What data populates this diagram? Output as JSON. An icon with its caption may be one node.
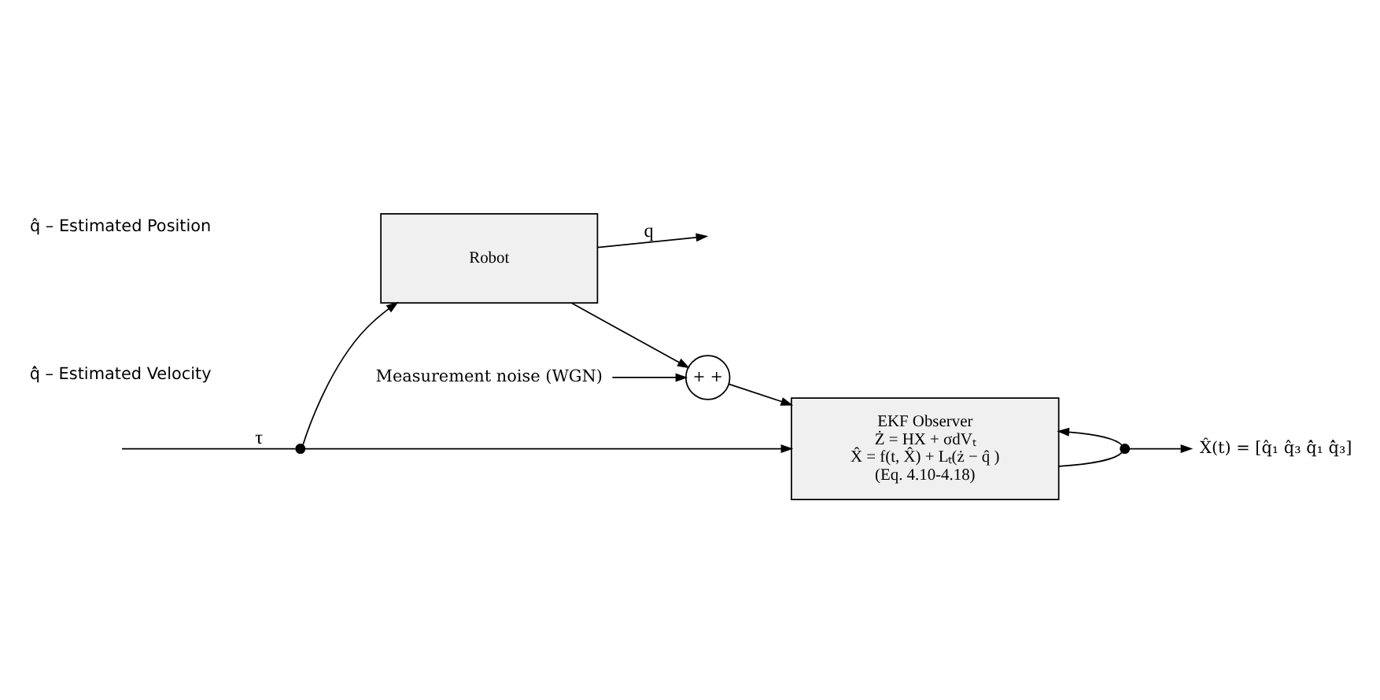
{
  "diagram": {
    "nodes": [
      {
        "text": [
          "Robot"
        ]
      },
      {
        "text": [
          "EKF Observer",
          "Ż = HX + σdVₜ",
          "X̂ = f(t, X̂) + Lₜ(ż − q̂ )",
          "(Eq. 4.10-4.18)"
        ]
      },
      {
        "text": [
          "+",
          "+"
        ]
      },
      {
        "text": [
          "Measurement noise (WGN)"
        ]
      },
      {
        "text": [],
        "shape": "dot"
      },
      {
        "text": [],
        "shape": "dot"
      },
      {
        "text": [
          "X̂(t) = [q̂₁ q̂₃ q̂̇₁ q̂̇₃]"
        ]
      }
    ],
    "edges": [
      {
        "from": null,
        "to": 4,
        "arrow": "none",
        "label": "τ"
      },
      {
        "from": 4,
        "to": 0,
        "arrow": "to"
      },
      {
        "from": 0,
        "to": null,
        "arrow": "to",
        "label": "q"
      },
      {
        "from": 0,
        "to": 2,
        "arrow": "to"
      },
      {
        "from": 3,
        "to": 2,
        "arrow": "to"
      },
      {
        "from": 4,
        "to": 1,
        "arrow": "to"
      },
      {
        "from": 2,
        "to": 1,
        "arrow": "to"
      },
      {
        "from": 1,
        "to": 5,
        "arrow": "none"
      },
      {
        "from": 5,
        "to": 6,
        "arrow": "to"
      },
      {
        "from": 5,
        "to": 1,
        "arrow": "to"
      }
    ],
    "labels": [
      "q̂ – Estimated Position",
      "q̂̇ – Estimated Velocity"
    ]
  }
}
